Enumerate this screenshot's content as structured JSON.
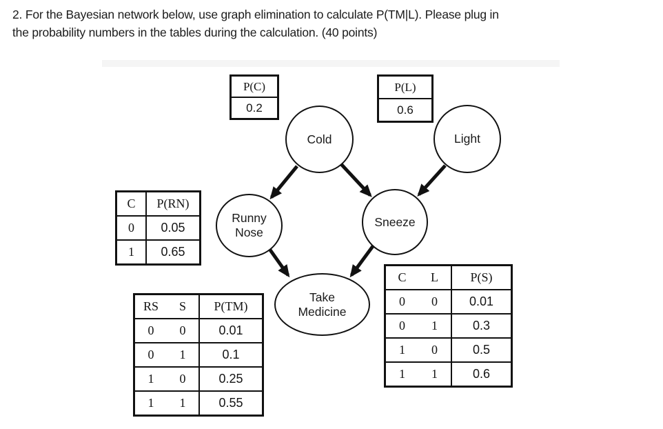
{
  "title": {
    "line1": "2. For the Bayesian network below, use graph elimination to calculate P(TM|L). Please plug in",
    "line2": "the probability numbers in the tables during the calculation. (40 points)"
  },
  "colors": {
    "ink": "#1a1a1a",
    "node_border": "#111111",
    "background": "#ffffff",
    "scan_band": "#f5f5f5"
  },
  "diagram": {
    "type": "bayesian-network",
    "nodes": {
      "cold": {
        "label": "Cold"
      },
      "light": {
        "label": "Light"
      },
      "runny_nose": {
        "line1": "Runny",
        "line2": "Nose"
      },
      "sneeze": {
        "label": "Sneeze"
      },
      "take_medicine": {
        "line1": "Take",
        "line2": "Medicine"
      }
    },
    "edges": [
      {
        "from": "Cold",
        "to": "Runny Nose"
      },
      {
        "from": "Cold",
        "to": "Sneeze"
      },
      {
        "from": "Light",
        "to": "Sneeze"
      },
      {
        "from": "Runny Nose",
        "to": "Take Medicine"
      },
      {
        "from": "Sneeze",
        "to": "Take Medicine"
      }
    ]
  },
  "tables": {
    "p_c": {
      "header": "P(C)",
      "value": "0.2"
    },
    "p_l": {
      "header": "P(L)",
      "value": "0.6"
    },
    "p_rn": {
      "headers": [
        "C",
        "P(RN)"
      ],
      "rows": [
        [
          "0",
          "0.05"
        ],
        [
          "1",
          "0.65"
        ]
      ]
    },
    "p_tm": {
      "headers": [
        "RS",
        "S",
        "P(TM)"
      ],
      "rows": [
        [
          "0",
          "0",
          "0.01"
        ],
        [
          "0",
          "1",
          "0.1"
        ],
        [
          "1",
          "0",
          "0.25"
        ],
        [
          "1",
          "1",
          "0.55"
        ]
      ]
    },
    "p_s": {
      "headers": [
        "C",
        "L",
        "P(S)"
      ],
      "rows": [
        [
          "0",
          "0",
          "0.01"
        ],
        [
          "0",
          "1",
          "0.3"
        ],
        [
          "1",
          "0",
          "0.5"
        ],
        [
          "1",
          "1",
          "0.6"
        ]
      ]
    }
  }
}
